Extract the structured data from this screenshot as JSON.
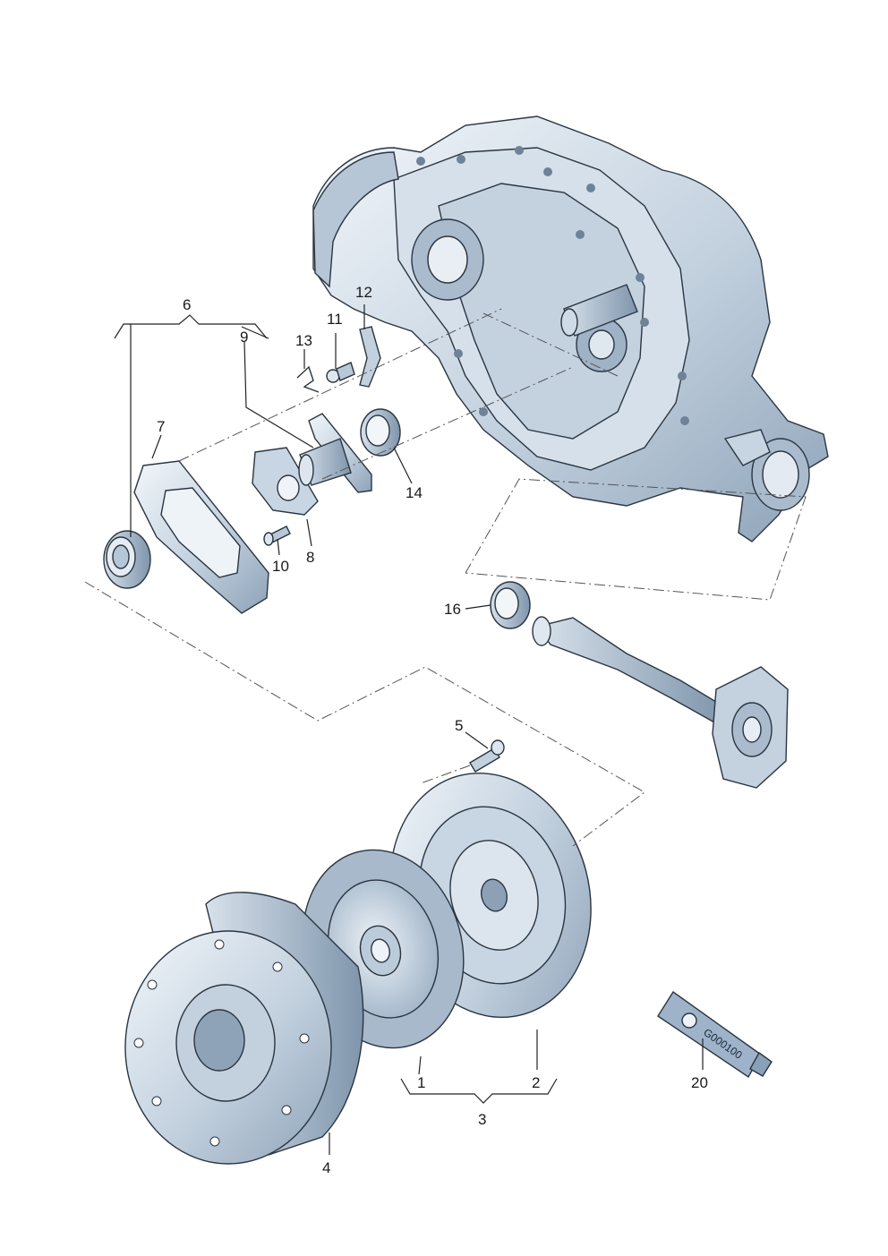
{
  "callouts": {
    "c1": "1",
    "c2": "2",
    "c3": "3",
    "c4": "4",
    "c5": "5",
    "c6": "6",
    "c7": "7",
    "c8": "8",
    "c9": "9",
    "c10": "10",
    "c11": "11",
    "c12": "12",
    "c13": "13",
    "c14": "14",
    "c16": "16",
    "c20": "20"
  },
  "tube_label": "G000100",
  "colors": {
    "part_fill_light": "#e6edf4",
    "part_fill_mid": "#b9c8d8",
    "part_fill_dark": "#8fa3b8",
    "outline": "#2a3540",
    "sealant_tube": "#9eb3c9"
  },
  "icons": [
    "gearbox-housing-icon",
    "clutch-plate-icon",
    "pressure-plate-icon",
    "flywheel-icon",
    "drive-shaft-icon",
    "sealant-tube-icon"
  ]
}
